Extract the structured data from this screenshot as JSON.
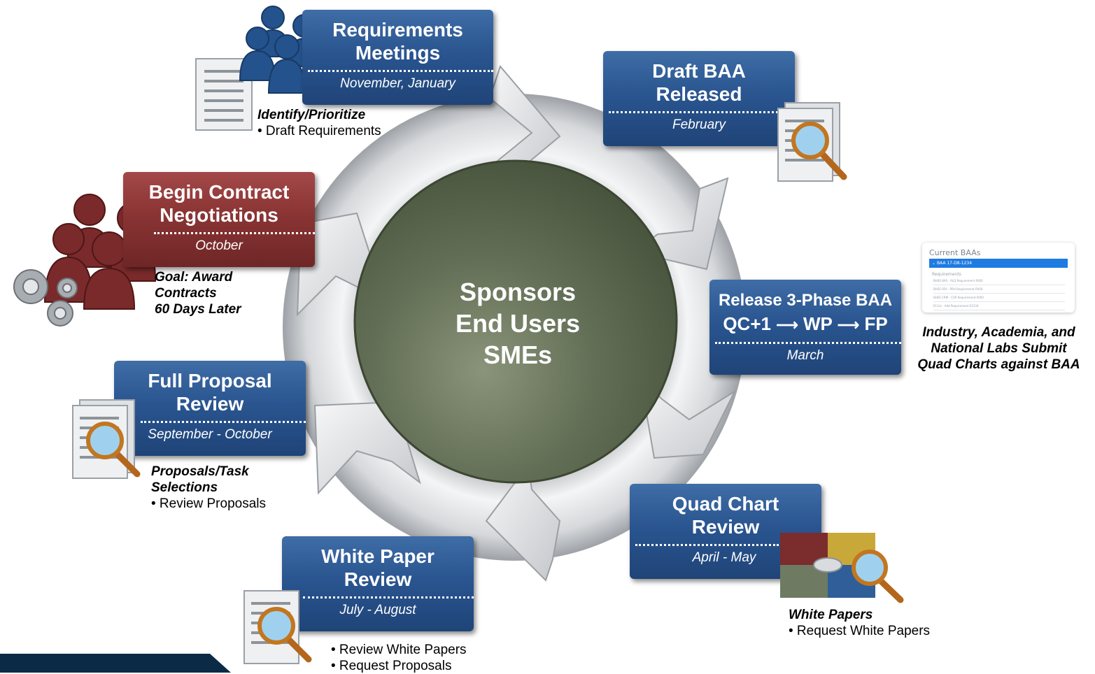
{
  "center": {
    "line1": "Sponsors",
    "line2": "End Users",
    "line3": "SMEs"
  },
  "steps": {
    "requirements": {
      "title1": "Requirements",
      "title2": "Meetings",
      "date": "November, January"
    },
    "draft": {
      "title1": "Draft BAA",
      "title2": "Released",
      "date": "February"
    },
    "release": {
      "title1": "Release 3-Phase BAA",
      "p1": "QC+1",
      "p2": "WP",
      "p3": "FP",
      "date": "March"
    },
    "quad": {
      "title1": "Quad Chart",
      "title2": "Review",
      "date": "April - May"
    },
    "white": {
      "title1": "White Paper",
      "title2": "Review",
      "date": "July - August"
    },
    "full": {
      "title1": "Full Proposal",
      "title2": "Review",
      "date": "September - October"
    },
    "contract": {
      "title1": "Begin Contract",
      "title2": "Negotiations",
      "date": "October"
    }
  },
  "notes": {
    "identify": {
      "bold": "Identify/Prioritize",
      "item1": "• Draft Requirements"
    },
    "goal": {
      "line1": "Goal: Award",
      "line2": "Contracts",
      "line3": "60 Days Later"
    },
    "proposals": {
      "line1": "Proposals/Task",
      "line2": "Selections",
      "item1": "• Review Proposals"
    },
    "white_papers": {
      "item1": "• Review White Papers",
      "item2": "• Request Proposals"
    },
    "quad_papers": {
      "bold": "White Papers",
      "item1": "• Request White Papers"
    },
    "industry": {
      "line1": "Industry, Academia, and",
      "line2": "National Labs Submit",
      "line3": "Quad Charts against BAA"
    }
  },
  "screenshot": {
    "header": "Current BAAs",
    "selected": "BAA 17-D8-1234",
    "section": "Requirements",
    "rows": [
      "BHSS BAS - ALQ Requirement 0000",
      "BHSS RFA - PRH Requirement R000",
      "BHSS CRM - CVR Requirement 0000",
      "E11zz - Add Requirement E1234"
    ]
  },
  "colors": {
    "blue": "#2a5590",
    "red": "#8a3434",
    "center": "#5d6b50"
  }
}
